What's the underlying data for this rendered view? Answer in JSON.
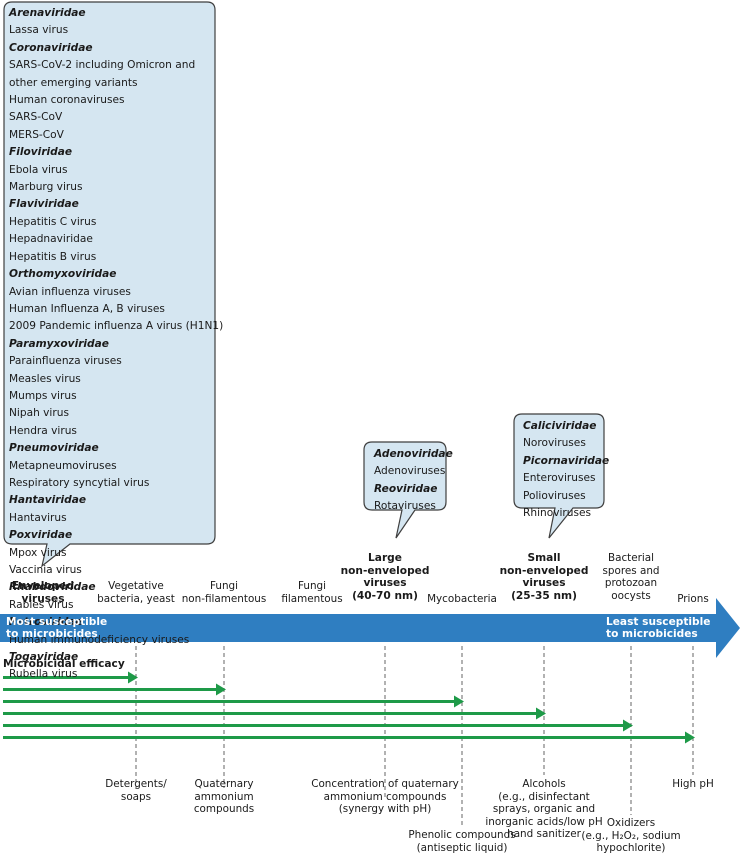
{
  "enveloped_box": {
    "entries": [
      {
        "text": "Arenaviridae",
        "family": true
      },
      {
        "text": "Lassa virus",
        "family": false
      },
      {
        "text": "Coronaviridae",
        "family": true
      },
      {
        "text": "SARS-CoV-2 including Omicron and",
        "family": false
      },
      {
        "text": "other emerging variants",
        "family": false
      },
      {
        "text": "Human coronaviruses",
        "family": false
      },
      {
        "text": "SARS-CoV",
        "family": false
      },
      {
        "text": "MERS-CoV",
        "family": false
      },
      {
        "text": "Filoviridae",
        "family": true
      },
      {
        "text": "Ebola virus",
        "family": false
      },
      {
        "text": "Marburg virus",
        "family": false
      },
      {
        "text": "Flaviviridae",
        "family": true
      },
      {
        "text": "Hepatitis C virus",
        "family": false
      },
      {
        "text": "Hepadnaviridae",
        "family": false
      },
      {
        "text": "Hepatitis B virus",
        "family": false
      },
      {
        "text": "Orthomyxoviridae",
        "family": true
      },
      {
        "text": "Avian influenza viruses",
        "family": false
      },
      {
        "text": "Human Influenza A, B viruses",
        "family": false
      },
      {
        "text": "2009 Pandemic influenza A virus (H1N1)",
        "family": false
      },
      {
        "text": "Paramyxoviridae",
        "family": true
      },
      {
        "text": "Parainfluenza viruses",
        "family": false
      },
      {
        "text": "Measles virus",
        "family": false
      },
      {
        "text": "Mumps virus",
        "family": false
      },
      {
        "text": "Nipah virus",
        "family": false
      },
      {
        "text": "Hendra virus",
        "family": false
      },
      {
        "text": "Pneumoviridae",
        "family": true
      },
      {
        "text": "Metapneumoviruses",
        "family": false
      },
      {
        "text": "Respiratory syncytial virus",
        "family": false
      },
      {
        "text": "Hantaviridae",
        "family": true
      },
      {
        "text": "Hantavirus",
        "family": false
      },
      {
        "text": "Poxviridae",
        "family": true
      },
      {
        "text": "Mpox virus",
        "family": false
      },
      {
        "text": "Vaccinia virus",
        "family": false
      },
      {
        "text": "Rhabdoviridae",
        "family": true
      },
      {
        "text": "Rabies virus",
        "family": false
      },
      {
        "text": "Retroviridae",
        "family": true
      },
      {
        "text": "Human immunodeficiency viruses",
        "family": false
      },
      {
        "text": "Togaviridae",
        "family": true
      },
      {
        "text": "Rubella virus",
        "family": false
      }
    ]
  },
  "large_box": {
    "entries": [
      {
        "text": "Adenoviridae",
        "family": true
      },
      {
        "text": "Adenoviruses",
        "family": false
      },
      {
        "text": "Reoviridae",
        "family": true
      },
      {
        "text": "Rotaviruses",
        "family": false
      }
    ]
  },
  "small_box": {
    "entries": [
      {
        "text": "Caliciviridae",
        "family": true
      },
      {
        "text": "Noroviruses",
        "family": false
      },
      {
        "text": "Picornaviridae",
        "family": true
      },
      {
        "text": "Enteroviruses",
        "family": false
      },
      {
        "text": "Polioviruses",
        "family": false
      },
      {
        "text": "Rhinoviruses",
        "family": false
      }
    ]
  },
  "organism_labels": [
    {
      "lines": [
        "Enveloped",
        "viruses"
      ],
      "bold": true
    },
    {
      "lines": [
        "Vegetative",
        "bacteria, yeast"
      ],
      "bold": false
    },
    {
      "lines": [
        "Fungi",
        "non-filamentous"
      ],
      "bold": false
    },
    {
      "lines": [
        "Fungi",
        "filamentous"
      ],
      "bold": false
    },
    {
      "lines": [
        "Large",
        "non-enveloped",
        "viruses",
        "(40-70 nm)"
      ],
      "bold": true
    },
    {
      "lines": [
        "Mycobacteria"
      ],
      "bold": false
    },
    {
      "lines": [
        "Small",
        "non-enveloped",
        "viruses",
        "(25-35 nm)"
      ],
      "bold": true
    },
    {
      "lines": [
        "Bacterial",
        "spores and",
        "protozoan",
        "oocysts"
      ],
      "bold": false
    },
    {
      "lines": [
        "Prions"
      ],
      "bold": false
    }
  ],
  "scale_bar": {
    "left_label": [
      "Most susceptible",
      "to microbicides"
    ],
    "right_label": [
      "Least susceptible",
      "to microbicides"
    ],
    "color": "#2f7ec1"
  },
  "efficacy": {
    "title": "Microbicidal efficacy",
    "arrow_color": "#1e9a48",
    "agents": [
      {
        "lines": [
          "Detergents/",
          "soaps"
        ]
      },
      {
        "lines": [
          "Quaternary",
          "ammonium",
          "compounds"
        ]
      },
      {
        "lines": [
          "Phenolic compounds",
          "(antiseptic liquid)"
        ]
      },
      {
        "lines": [
          "Concentration of quaternary",
          "ammonium compounds",
          "(synergy with pH)"
        ]
      },
      {
        "lines": [
          "Alcohols",
          "(e.g., disinfectant",
          "sprays, organic and",
          "inorganic acids/low pH",
          "hand sanitizer"
        ]
      },
      {
        "lines": [
          "Oxidizers",
          "(e.g., H₂O₂, sodium",
          "hypochlorite)"
        ]
      },
      {
        "lines": [
          "High pH"
        ]
      }
    ]
  }
}
